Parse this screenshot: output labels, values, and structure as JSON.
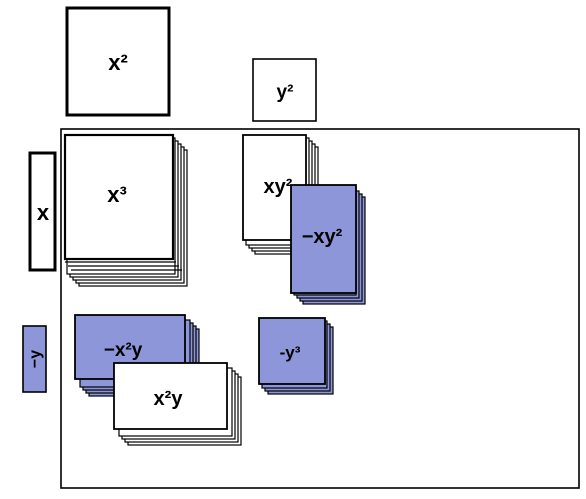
{
  "colors": {
    "blue_tile": "#8c96d8",
    "white_tile": "#ffffff",
    "outline": "#000000"
  },
  "tiles": {
    "x2": {
      "label": "x²"
    },
    "y2": {
      "label": "y²"
    },
    "x": {
      "label": "x"
    },
    "neg_y": {
      "label": "−y"
    },
    "x3": {
      "label": "x³"
    },
    "xy2": {
      "label": "xy²"
    },
    "neg_xy2": {
      "label": "−xy²"
    },
    "neg_x2y": {
      "label": "−x²y"
    },
    "x2y": {
      "label": "x²y"
    },
    "neg_y3": {
      "label": "-y³"
    }
  }
}
